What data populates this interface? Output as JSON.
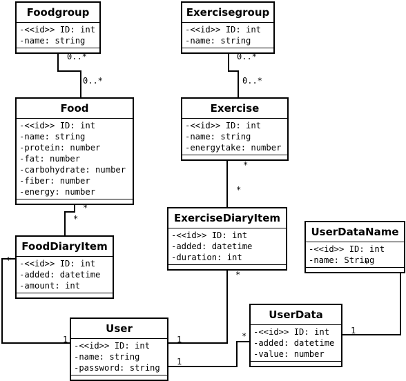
{
  "classes": {
    "foodgroup": {
      "title": "Foodgroup",
      "attrs": [
        "-<<id>> ID: int",
        "-name: string"
      ]
    },
    "exercisegroup": {
      "title": "Exercisegroup",
      "attrs": [
        "-<<id>> ID: int",
        "-name: string"
      ]
    },
    "food": {
      "title": "Food",
      "attrs": [
        "-<<id>> ID: int",
        "-name: string",
        "-protein: number",
        "-fat: number",
        "-carbohydrate: number",
        "-fiber: number",
        "-energy: number"
      ]
    },
    "exercise": {
      "title": "Exercise",
      "attrs": [
        "-<<id>> ID: int",
        "-name: string",
        "-energytake: number"
      ]
    },
    "exercise_diary_item": {
      "title": "ExerciseDiaryItem",
      "attrs": [
        "-<<id>> ID: int",
        "-added: datetime",
        "-duration: int"
      ]
    },
    "user_data_name": {
      "title": "UserDataName",
      "attrs": [
        "-<<id>> ID: int",
        "-name: String"
      ]
    },
    "food_diary_item": {
      "title": "FoodDiaryItem",
      "attrs": [
        "-<<id>> ID: int",
        "-added: datetime",
        "-amount: int"
      ]
    },
    "user_data": {
      "title": "UserData",
      "attrs": [
        "-<<id>> ID: int",
        "-added: datetime",
        "-value: number"
      ]
    },
    "user": {
      "title": "User",
      "attrs": [
        "-<<id>> ID: int",
        "-name: string",
        "-password: string"
      ]
    }
  },
  "multiplicities": {
    "foodgroup_food_top": "0..*",
    "foodgroup_food_bottom": "0..*",
    "exercisegroup_exercise_top": "0..*",
    "exercisegroup_exercise_bottom": "0..*",
    "food_fooddiary_top": "*",
    "food_fooddiary_bottom": "*",
    "exercise_exdiary_top": "*",
    "exercise_exdiary_bottom": "*",
    "fooddiary_user_left": "*",
    "fooddiary_user_right": "1",
    "exdiary_user_top": "*",
    "exdiary_user_bottom": "1",
    "user_userdata_left": "1",
    "user_userdata_right": "*",
    "userdataname_userdata_top": "*",
    "userdataname_userdata_bottom": "1"
  }
}
